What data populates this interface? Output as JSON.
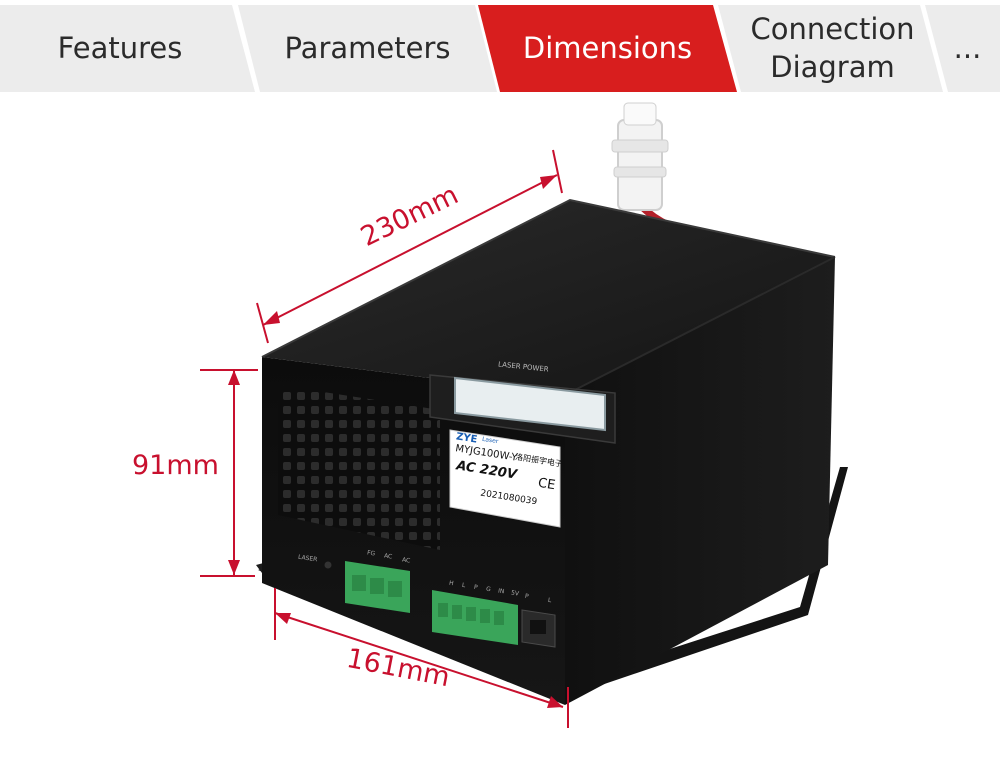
{
  "tabs": [
    {
      "label": "Features",
      "active": false
    },
    {
      "label": "Parameters",
      "active": false
    },
    {
      "label": "Dimensions",
      "active": true
    },
    {
      "label": "Connection\nDiagram",
      "active": false
    },
    {
      "label": "...",
      "active": false
    }
  ],
  "dimensions": {
    "length": "230mm",
    "height": "91mm",
    "width": "161mm"
  },
  "device": {
    "display_label": "LASER POWER",
    "brand": "ZYE",
    "brand_sub": "Laser",
    "model": "MYJG100W-Y",
    "chinese_text": "洛阳振宇电子",
    "voltage": "AC 220V",
    "ce_mark": "CE",
    "serial": "2021080039",
    "laser_label": "LASER",
    "terminal_left_labels": [
      "FG",
      "AC",
      "AC"
    ],
    "terminal_right_labels": [
      "H",
      "L",
      "P",
      "G",
      "IN",
      "5V",
      "P",
      "L"
    ]
  },
  "colors": {
    "accent": "#d81e1e",
    "tab_inactive": "#ececec",
    "dimension_line": "#c8102e",
    "device_body": "#161616",
    "terminal_green": "#3aa55a"
  }
}
